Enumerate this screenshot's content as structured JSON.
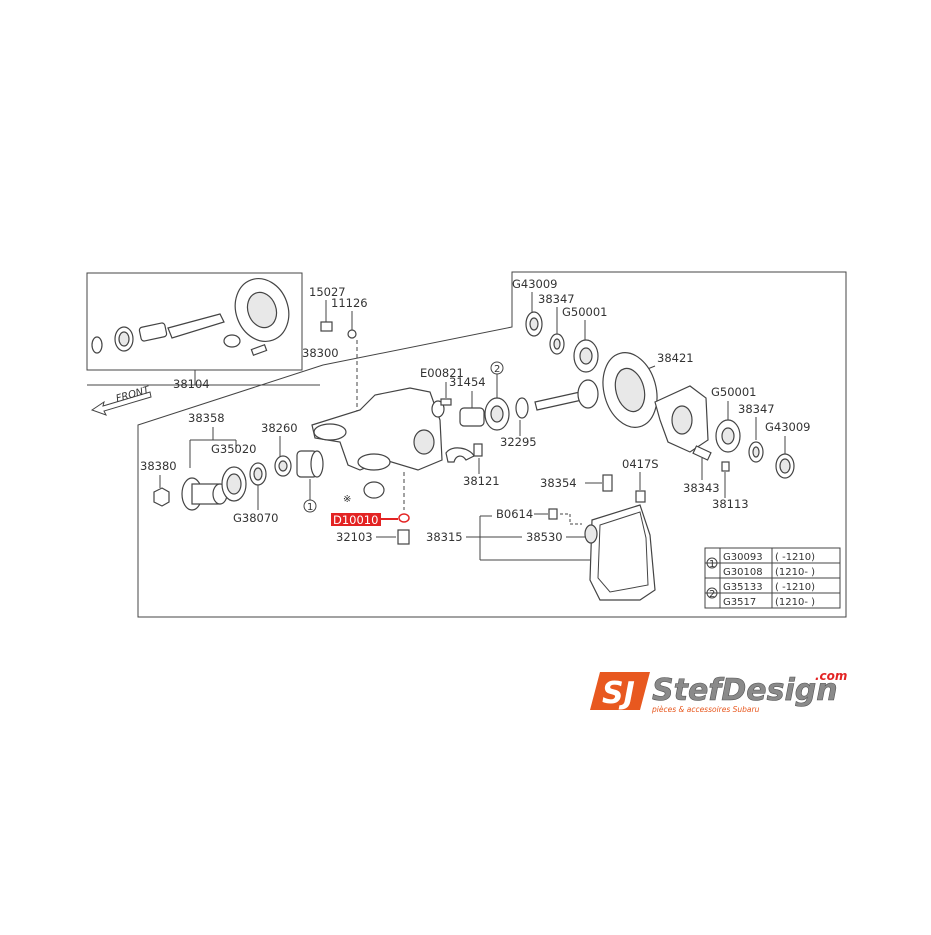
{
  "diagram": {
    "front_label": "FRONT",
    "highlighted_part": "D10010",
    "callouts": {
      "p38104": "38104",
      "p15027": "15027",
      "p11126": "11126",
      "p38300": "38300",
      "pG43009a": "G43009",
      "p38347a": "38347",
      "pG50001a": "G50001",
      "p38421": "38421",
      "pE00821": "E00821",
      "p31454": "31454",
      "p32295": "32295",
      "p38358": "38358",
      "p38260": "38260",
      "pG35020": "G35020",
      "p38380": "38380",
      "pG38070": "G38070",
      "p38121": "38121",
      "pG50001b": "G50001",
      "p38347b": "38347",
      "pG43009b": "G43009",
      "p38343": "38343",
      "p38113": "38113",
      "p38354": "38354",
      "p0417S": "0417S",
      "pB0614": "B0614",
      "p38530": "38530",
      "p38315": "38315",
      "p32103": "32103",
      "pD10010": "D10010",
      "circle1": "1",
      "circle2": "2",
      "star": "※"
    },
    "legend": {
      "rows": [
        {
          "group": "1",
          "part": "G30093",
          "range": "( -1210)"
        },
        {
          "group": "1",
          "part": "G30108",
          "range": "(1210- )"
        },
        {
          "group": "2",
          "part": "G35133",
          "range": "( -1210)"
        },
        {
          "group": "2",
          "part": "G3517",
          "range": "(1210- )"
        }
      ]
    }
  },
  "logo": {
    "brand": "StefDesign",
    "domain_suffix": ".com",
    "tagline": "pièces & accessoires Subaru",
    "colors": {
      "orange": "#e8581f",
      "grey": "#8a8a8a",
      "red": "#e32323"
    }
  }
}
